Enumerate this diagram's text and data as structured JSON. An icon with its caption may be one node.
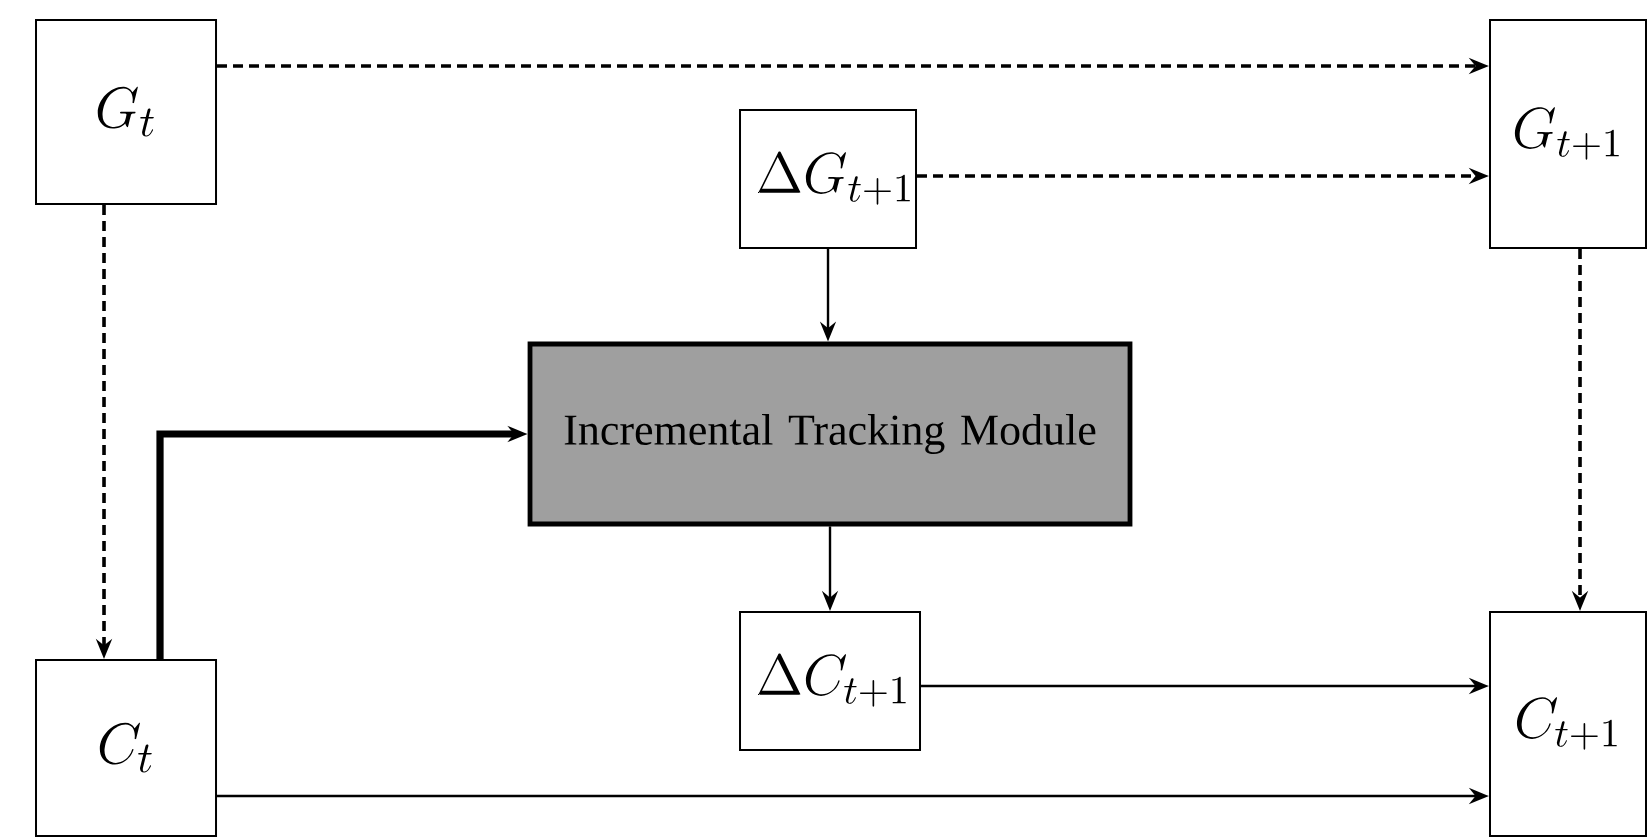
{
  "diagram": {
    "nodes": [
      {
        "text": [
          "G_{t}"
        ]
      },
      {
        "text": [
          "\\Delta G_{t+1}"
        ]
      },
      {
        "text": [
          "G_{t+1}"
        ]
      },
      {
        "text": [
          "Incremental Tracking Module"
        ]
      },
      {
        "text": [
          "\\Delta C_{t+1}"
        ]
      },
      {
        "text": [
          "C_{t}"
        ]
      },
      {
        "text": [
          "C_{t+1}"
        ]
      }
    ],
    "edges": [
      {
        "from": 0,
        "to": 2,
        "arrow": "to",
        "style": "dashed"
      },
      {
        "from": 1,
        "to": 2,
        "arrow": "to",
        "style": "dashed"
      },
      {
        "from": 1,
        "to": 3,
        "arrow": "to"
      },
      {
        "from": 0,
        "to": 5,
        "arrow": "to",
        "style": "dashed"
      },
      {
        "from": 5,
        "to": 3,
        "arrow": "to",
        "style": "thick"
      },
      {
        "from": 2,
        "to": 6,
        "arrow": "to",
        "style": "dashed"
      },
      {
        "from": 3,
        "to": 4,
        "arrow": "to"
      },
      {
        "from": 4,
        "to": 6,
        "arrow": "to"
      },
      {
        "from": 5,
        "to": 6,
        "arrow": "to"
      }
    ]
  }
}
